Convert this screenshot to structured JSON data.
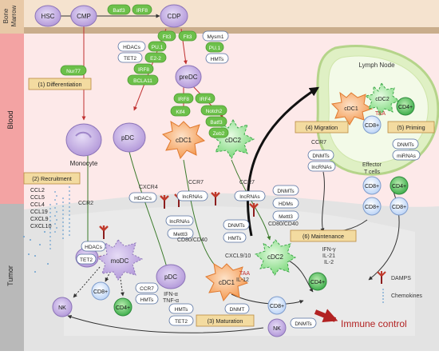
{
  "compartments": {
    "bone_marrow": "Bone\nMarrow",
    "blood": "Blood",
    "tumor": "Tumor",
    "lymph_node": "Lymph Node"
  },
  "cells": {
    "hsc": "HSC",
    "cmp": "CMP",
    "cdp": "CDP",
    "predc": "preDC",
    "monocyte": "Monocyte",
    "pdc": "pDC",
    "cdc1": "cDC1",
    "cdc2": "cDC2",
    "modc": "moDC",
    "cd8": "CD8+",
    "cd4": "CD4+",
    "nk": "NK"
  },
  "factors": {
    "batf3": "Batf3",
    "irf8": "IRF8",
    "flt3": "Flt3",
    "mysm1": "Mysm1",
    "hdacs": "HDACs",
    "pu1": "PU.1",
    "hmts": "HMTs",
    "tet2": "TET2",
    "e22": "E2-2",
    "irf4": "IRF4",
    "notch2": "Notch2",
    "bcla11": "BCLA11",
    "klf4": "Klf4",
    "zeb2": "Zeb2",
    "nur77": "Nur77",
    "ccr7": "CCR7",
    "dnmts": "DNMTs",
    "lncrnas": "lncRNAs",
    "mirnas": "miRNAs",
    "ccr2": "CCR2",
    "cxcr4": "CXCR4",
    "hdms": "HDMs",
    "mettl3": "Mettl3",
    "dnmt": "DNMT"
  },
  "steps": {
    "differentiation": "(1) Differentiation",
    "recruitment": "(2) Recruitment",
    "maturation": "(3) Maturation",
    "migration": "(4) Migration",
    "priming": "(5) Priming",
    "maintenance": "(6) Maintenance"
  },
  "chemokines": [
    "CCL2",
    "CCL5",
    "CCL4",
    "CCL19",
    "CXCL9",
    "CXCL10"
  ],
  "labels": {
    "effector": "Effector\nT cells",
    "taa": "TAA",
    "cd80_cd40": "CD80/CD40",
    "cxcl9_10": "CXCL9/10",
    "il12": "IL-12",
    "ifn": "IFN-α\nTNF-α",
    "ifn_il": "IFN-γ\nIL-21\nIL-2",
    "immune_control": "Immune control"
  },
  "legend": {
    "damps": "DAMPS",
    "chemokines": "Chemokines"
  },
  "colors": {
    "bone_marrow_band": "#f3dcc4",
    "blood_band": "#f7c6c6",
    "tumor_band": "#d6d6d6",
    "green_box": "#6cc04a",
    "step_box": "#f0d89a",
    "monocyte": "#b9a6dc",
    "dc_purple": "#b99ae0",
    "cdc1": "#f8a060",
    "cdc2": "#90e890",
    "tcell_blue": "#cfe2ff",
    "cd4_green": "#58c060",
    "damps_red": "#c0392b",
    "immune_arrow": "#b22222"
  }
}
